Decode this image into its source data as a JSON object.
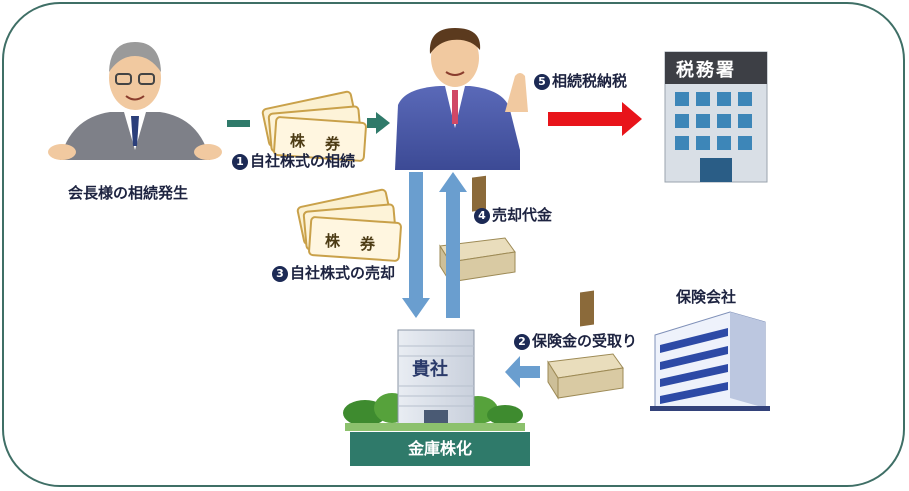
{
  "labels": {
    "chairman": "会長様の相続発生",
    "step1": "自社株式の相続",
    "step2": "保険金の受取り",
    "step3": "自社株式の売却",
    "step4": "売却代金",
    "step5": "相続税納税",
    "insurer": "保険会社",
    "tax_office": "税務署",
    "company": "貴社",
    "kinko": "金庫株化"
  },
  "badges": {
    "b1": "1",
    "b2": "2",
    "b3": "3",
    "b4": "4",
    "b5": "5"
  },
  "stock_cert_chars": [
    "株",
    "券"
  ],
  "colors": {
    "frame": "#3f6f66",
    "teal": "#2f7a6a",
    "blue_arrow": "#6a9ecf",
    "red_arrow": "#e8141a"
  }
}
